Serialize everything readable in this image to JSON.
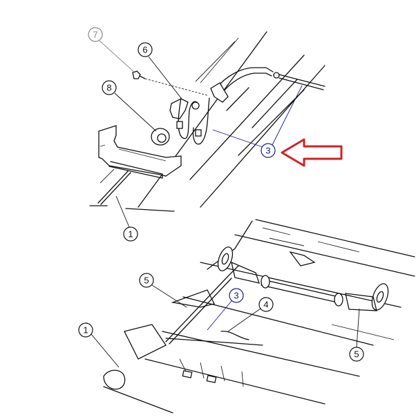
{
  "diagram": {
    "callouts": {
      "c7": "7",
      "c6": "6",
      "c8": "8",
      "c3_top": "3",
      "c1_top": "1",
      "c5_left": "5",
      "c3_bottom": "3",
      "c4": "4",
      "c1_bottom": "1",
      "c5_right": "5"
    },
    "colors": {
      "highlight_callout": "#1a1a8c",
      "arrow": "#d42020",
      "faded_callout": "#888888"
    }
  }
}
